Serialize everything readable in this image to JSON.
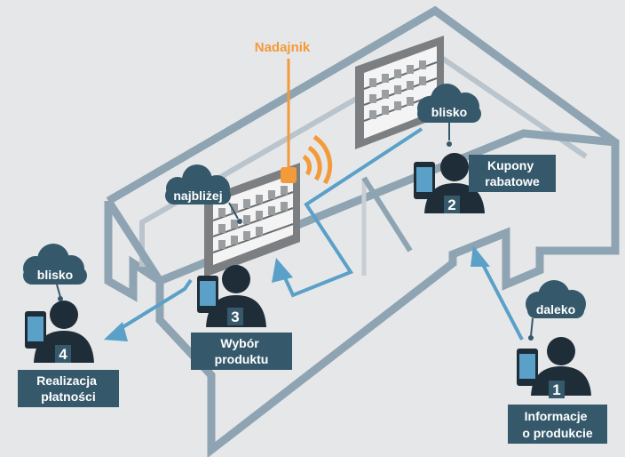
{
  "transmitter": {
    "label": "Nadajnik",
    "color": "#f39a3a"
  },
  "colors": {
    "background": "#e6e7e8",
    "wall": "#8ea4b2",
    "wall_light": "#b9c4cc",
    "path_blue": "#5aa0c8",
    "person": "#1f2d38",
    "label_box": "#35596b",
    "cloud": "#35596b",
    "shelf_frame": "#7c7f82"
  },
  "steps": [
    {
      "number": "1",
      "zone": "daleko",
      "caption": [
        "Informacje",
        "o produkcie"
      ]
    },
    {
      "number": "2",
      "zone": "blisko",
      "caption": [
        "Kupony",
        "rabatowe"
      ]
    },
    {
      "number": "3",
      "zone": "najbliżej",
      "caption": [
        "Wybór",
        "produktu"
      ]
    },
    {
      "number": "4",
      "zone": "blisko",
      "caption": [
        "Realizacja",
        "płatności"
      ]
    }
  ]
}
